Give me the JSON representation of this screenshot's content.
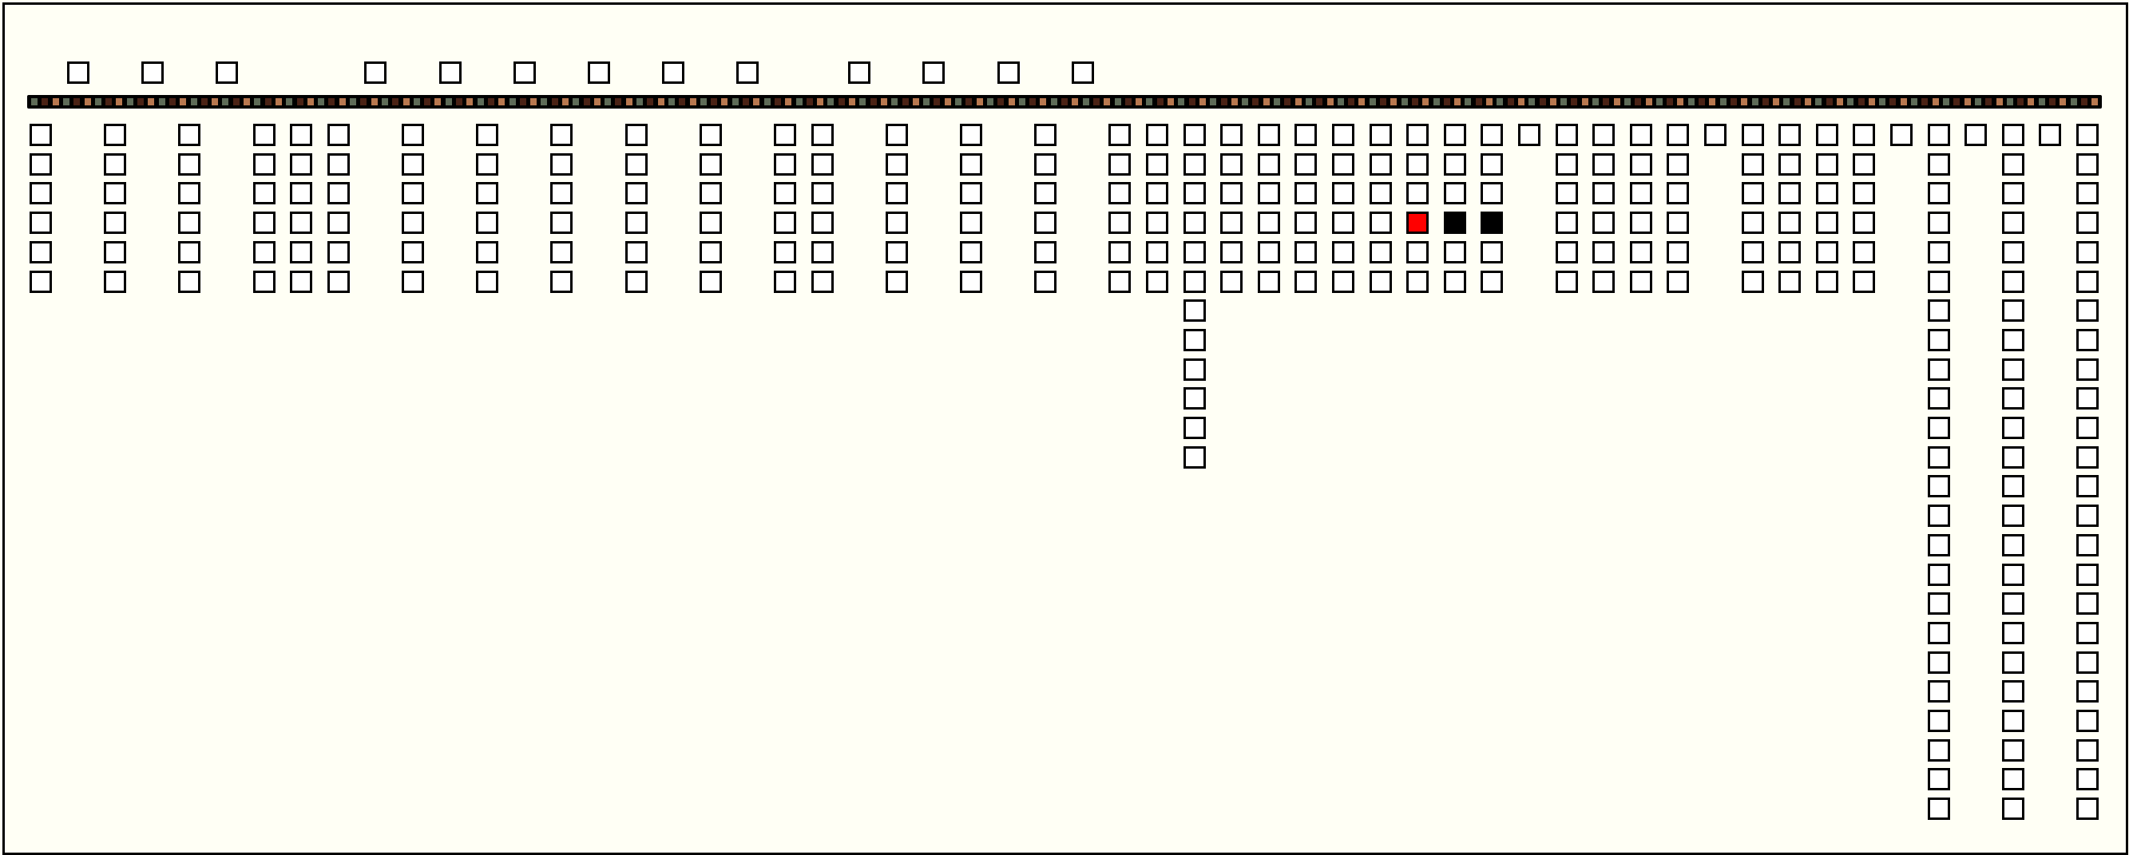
{
  "board": {
    "colors": {
      "background": "#fffff5",
      "cell_empty": "#ffffff",
      "cell_border": "#000000",
      "cell_red": "#ff0000",
      "cell_black": "#000000",
      "rail": "#000000",
      "rail_pattern": [
        "#5e6b58",
        "#4a2216",
        "#b87850"
      ]
    },
    "top_markers": [
      1,
      3,
      5,
      9,
      11,
      13,
      15,
      17,
      19,
      22,
      24,
      26,
      28
    ],
    "columns": [
      {
        "col": 0,
        "count": 6
      },
      {
        "col": 2,
        "count": 6
      },
      {
        "col": 4,
        "count": 6
      },
      {
        "col": 6,
        "count": 6
      },
      {
        "col": 7,
        "count": 6
      },
      {
        "col": 8,
        "count": 6
      },
      {
        "col": 10,
        "count": 6
      },
      {
        "col": 12,
        "count": 6
      },
      {
        "col": 14,
        "count": 6
      },
      {
        "col": 16,
        "count": 6
      },
      {
        "col": 18,
        "count": 6
      },
      {
        "col": 20,
        "count": 6
      },
      {
        "col": 21,
        "count": 6
      },
      {
        "col": 23,
        "count": 6
      },
      {
        "col": 25,
        "count": 6
      },
      {
        "col": 27,
        "count": 6
      },
      {
        "col": 29,
        "count": 6
      },
      {
        "col": 30,
        "count": 6
      },
      {
        "col": 31,
        "count": 12
      },
      {
        "col": 32,
        "count": 6
      },
      {
        "col": 33,
        "count": 6
      },
      {
        "col": 34,
        "count": 6
      },
      {
        "col": 35,
        "count": 6
      },
      {
        "col": 36,
        "count": 6
      },
      {
        "col": 37,
        "count": 6,
        "marked": {
          "3": "red"
        }
      },
      {
        "col": 38,
        "count": 6,
        "marked": {
          "3": "black"
        }
      },
      {
        "col": 39,
        "count": 6,
        "marked": {
          "3": "black"
        }
      },
      {
        "col": 40,
        "count": 1
      },
      {
        "col": 41,
        "count": 6
      },
      {
        "col": 42,
        "count": 6
      },
      {
        "col": 43,
        "count": 6
      },
      {
        "col": 44,
        "count": 6
      },
      {
        "col": 45,
        "count": 1
      },
      {
        "col": 46,
        "count": 6
      },
      {
        "col": 47,
        "count": 6
      },
      {
        "col": 48,
        "count": 6
      },
      {
        "col": 49,
        "count": 6
      },
      {
        "col": 50,
        "count": 1
      },
      {
        "col": 51,
        "count": 24
      },
      {
        "col": 52,
        "count": 1
      },
      {
        "col": 53,
        "count": 24
      },
      {
        "col": 54,
        "count": 1
      },
      {
        "col": 55,
        "count": 24
      }
    ]
  }
}
